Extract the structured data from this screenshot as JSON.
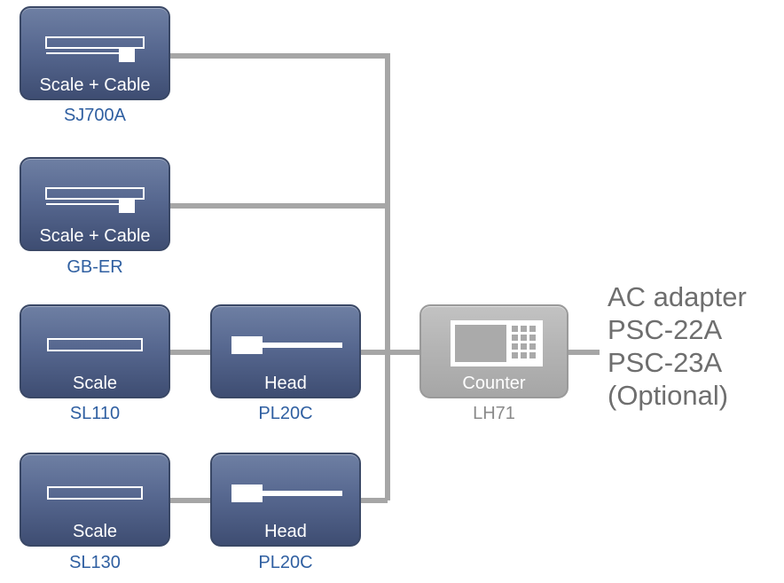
{
  "colors": {
    "box_fill": "#576890",
    "box_border": "#3a4866",
    "counter_fill": "#b3b3b3",
    "wire": "#a6a6a6",
    "model_text": "#2f5fa1",
    "counter_model_text": "#8a8a8a",
    "adapter_text": "#6e6e6e"
  },
  "units": [
    {
      "label": "Scale + Cable",
      "model": "SJ700A",
      "icon": "scale-with-cable-icon"
    },
    {
      "label": "Scale + Cable",
      "model": "GB-ER",
      "icon": "scale-with-cable-icon"
    },
    {
      "label": "Scale",
      "model": "SL110",
      "icon": "scale-bar-icon"
    },
    {
      "label": "Head",
      "model": "PL20C",
      "icon": "head-icon"
    },
    {
      "label": "Scale",
      "model": "SL130",
      "icon": "scale-bar-icon"
    },
    {
      "label": "Head",
      "model": "PL20C",
      "icon": "head-icon"
    }
  ],
  "counter": {
    "label": "Counter",
    "model": "LH71",
    "icon": "counter-display-icon"
  },
  "adapter": {
    "lines": [
      "AC adapter",
      "PSC-22A",
      "PSC-23A",
      "(Optional)"
    ]
  }
}
